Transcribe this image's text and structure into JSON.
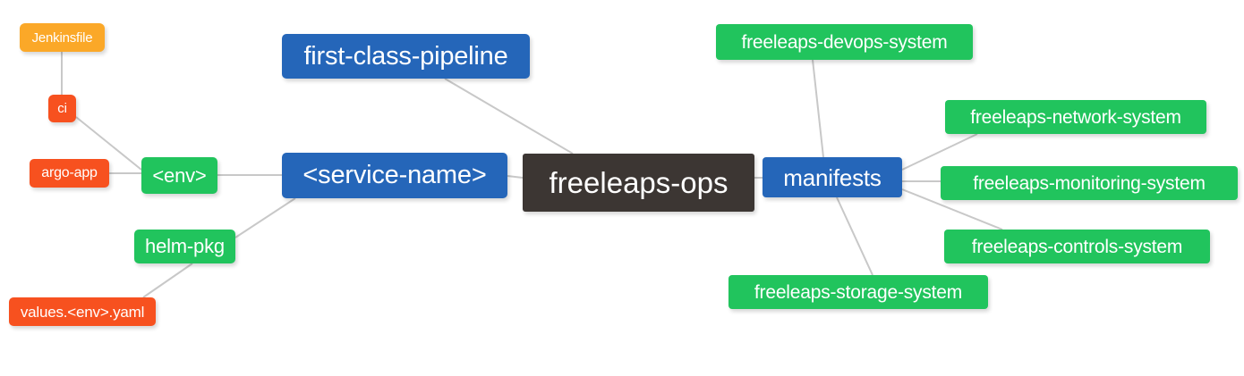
{
  "diagram": {
    "type": "mind-map",
    "background": "#ffffff",
    "edge_color": "#c8c8c8",
    "palette": {
      "root": "#3c3633",
      "blue": "#2566b9",
      "green": "#21c45d",
      "red": "#f7511f",
      "orange": "#fba828",
      "text": "#ffffff"
    },
    "nodes": [
      {
        "id": "jenkinsfile",
        "label": "Jenkinsfile",
        "color": "orange"
      },
      {
        "id": "ci",
        "label": "ci",
        "color": "red"
      },
      {
        "id": "argo-app",
        "label": "argo-app",
        "color": "red"
      },
      {
        "id": "values-yaml",
        "label": "values.<env>.yaml",
        "color": "red"
      },
      {
        "id": "env",
        "label": "<env>",
        "color": "green"
      },
      {
        "id": "helm-pkg",
        "label": "helm-pkg",
        "color": "green"
      },
      {
        "id": "first-class-pipeline",
        "label": "first-class-pipeline",
        "color": "blue"
      },
      {
        "id": "service-name",
        "label": "<service-name>",
        "color": "blue"
      },
      {
        "id": "freeleaps-ops",
        "label": "freeleaps-ops",
        "color": "root"
      },
      {
        "id": "manifests",
        "label": "manifests",
        "color": "blue"
      },
      {
        "id": "devops-system",
        "label": "freeleaps-devops-system",
        "color": "green"
      },
      {
        "id": "network-system",
        "label": "freeleaps-network-system",
        "color": "green"
      },
      {
        "id": "monitoring-system",
        "label": "freeleaps-monitoring-system",
        "color": "green"
      },
      {
        "id": "controls-system",
        "label": "freeleaps-controls-system",
        "color": "green"
      },
      {
        "id": "storage-system",
        "label": "freeleaps-storage-system",
        "color": "green"
      }
    ],
    "edges": [
      {
        "from": "jenkinsfile",
        "to": "ci"
      },
      {
        "from": "ci",
        "to": "env"
      },
      {
        "from": "argo-app",
        "to": "env"
      },
      {
        "from": "env",
        "to": "service-name"
      },
      {
        "from": "values-yaml",
        "to": "helm-pkg"
      },
      {
        "from": "helm-pkg",
        "to": "service-name"
      },
      {
        "from": "service-name",
        "to": "freeleaps-ops"
      },
      {
        "from": "first-class-pipeline",
        "to": "freeleaps-ops"
      },
      {
        "from": "freeleaps-ops",
        "to": "manifests"
      },
      {
        "from": "manifests",
        "to": "devops-system"
      },
      {
        "from": "manifests",
        "to": "network-system"
      },
      {
        "from": "manifests",
        "to": "monitoring-system"
      },
      {
        "from": "manifests",
        "to": "controls-system"
      },
      {
        "from": "manifests",
        "to": "storage-system"
      }
    ]
  }
}
